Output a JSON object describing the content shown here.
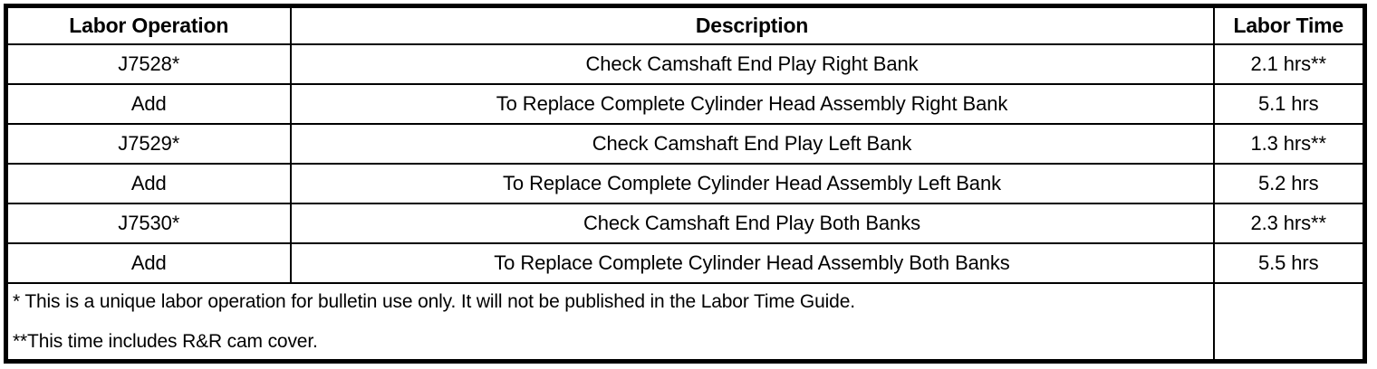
{
  "table": {
    "headers": {
      "operation": "Labor Operation",
      "description": "Description",
      "time": "Labor Time"
    },
    "rows": [
      {
        "operation": "J7528*",
        "description": "Check Camshaft End Play Right Bank",
        "time": "2.1 hrs**"
      },
      {
        "operation": "Add",
        "description": "To Replace Complete Cylinder Head Assembly Right Bank",
        "time": "5.1 hrs"
      },
      {
        "operation": "J7529*",
        "description": "Check Camshaft End Play Left Bank",
        "time": "1.3 hrs**"
      },
      {
        "operation": "Add",
        "description": "To Replace Complete Cylinder Head Assembly Left Bank",
        "time": "5.2 hrs"
      },
      {
        "operation": "J7530*",
        "description": "Check Camshaft End Play Both Banks",
        "time": "2.3 hrs**"
      },
      {
        "operation": "Add",
        "description": "To Replace Complete Cylinder Head Assembly Both Banks",
        "time": "5.5 hrs"
      }
    ],
    "footnotes": {
      "line1": "* This is a unique labor operation for bulletin use only. It will not be published in the Labor Time Guide.",
      "line2": "**This time includes R&R cam cover.",
      "time_cell": ""
    }
  },
  "colors": {
    "border": "#000000",
    "text": "#000000",
    "background": "#ffffff"
  }
}
